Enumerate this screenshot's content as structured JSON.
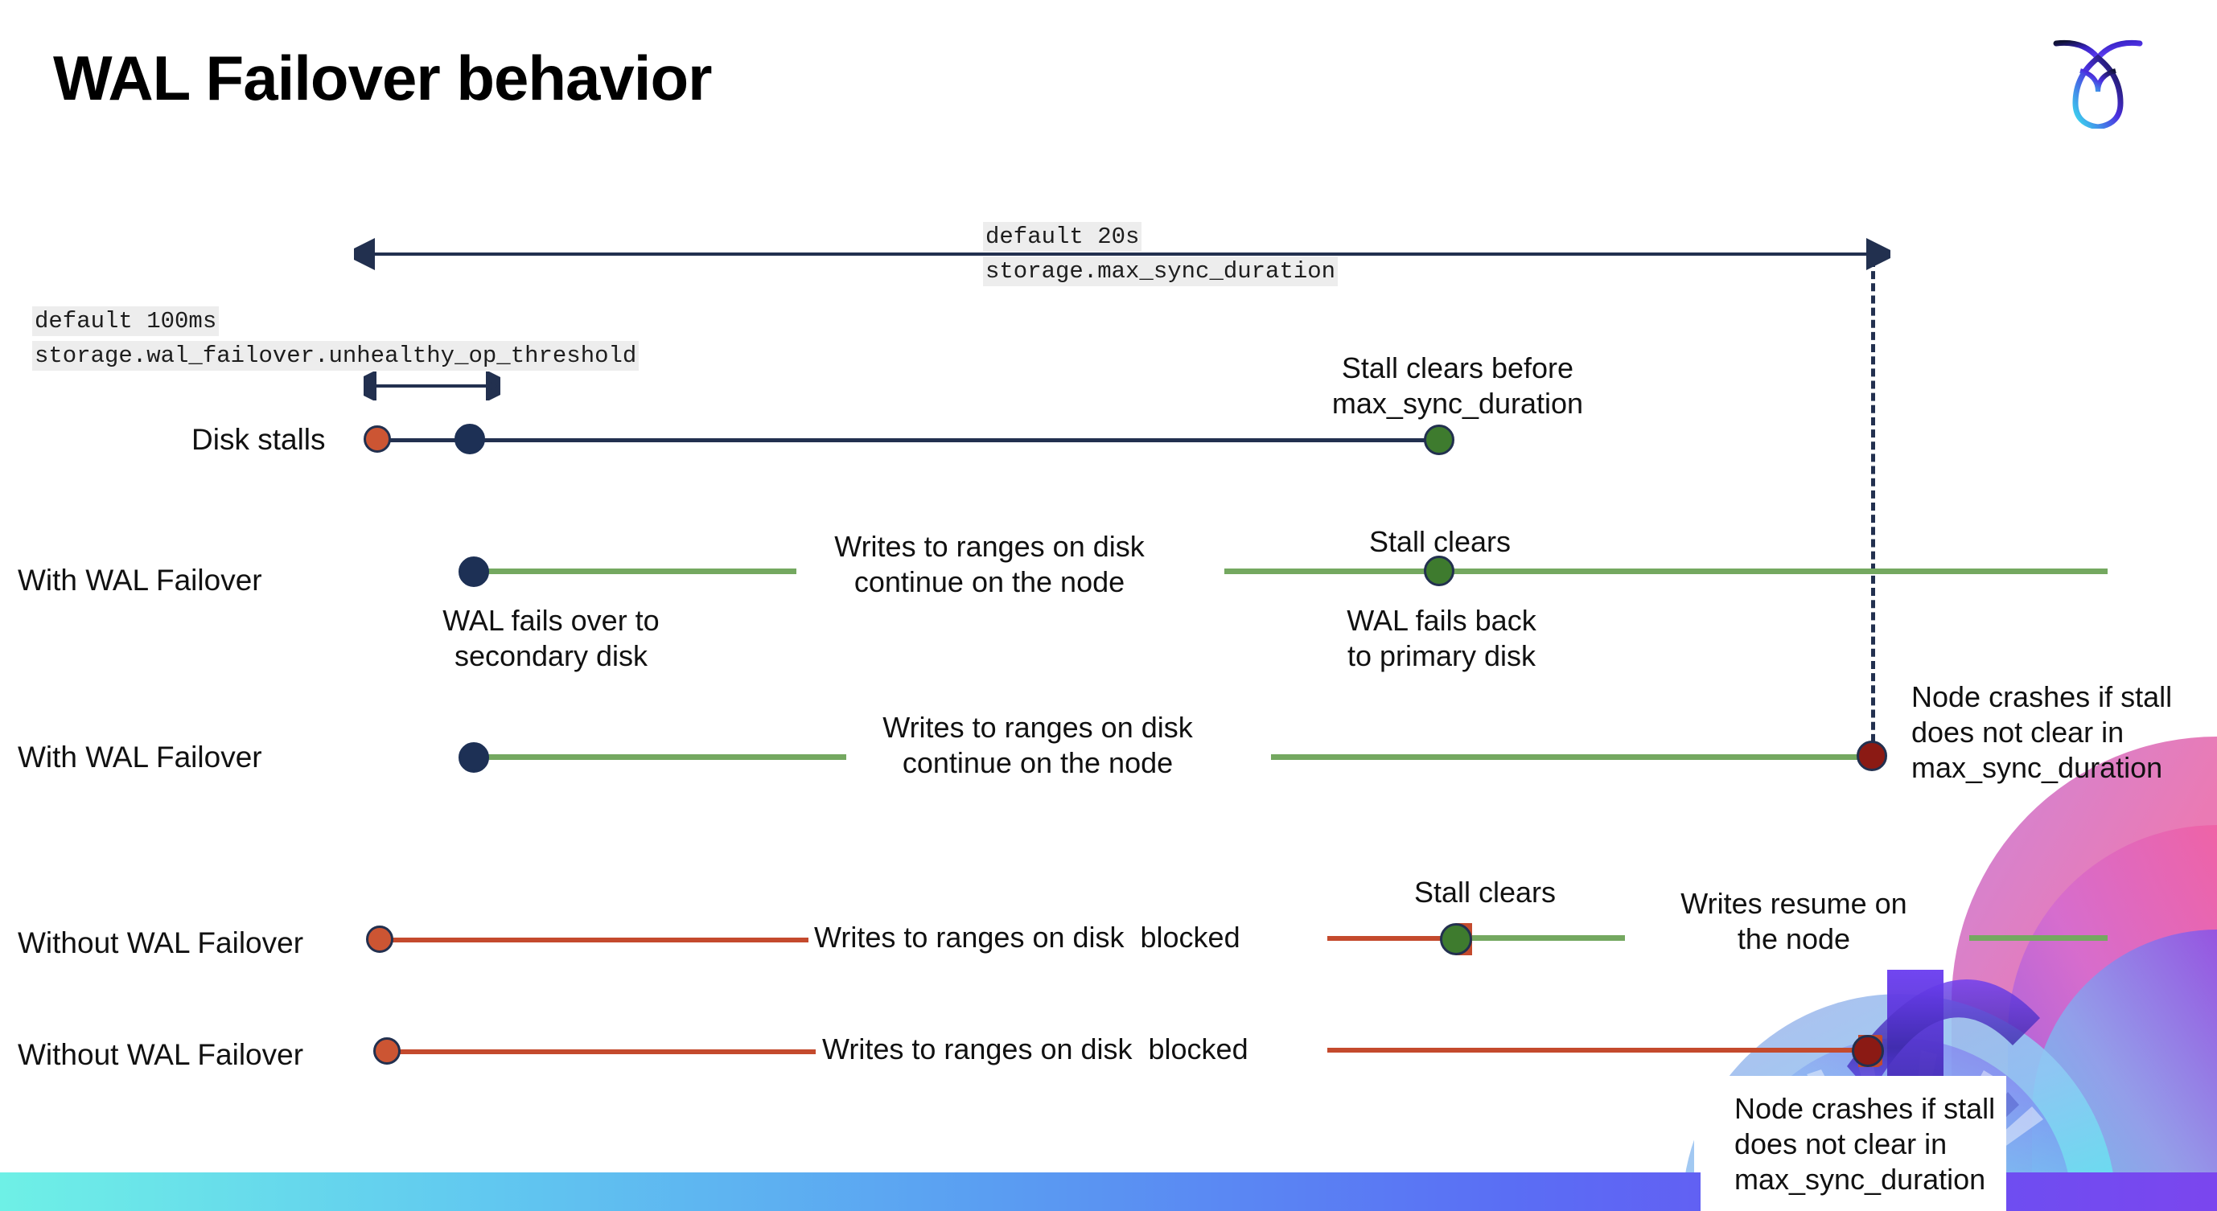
{
  "slide": {
    "title": "WAL Failover behavior",
    "logo_name": "cockroachdb-logo"
  },
  "annotations": {
    "max_sync_default": "default 20s",
    "max_sync_setting": "storage.max_sync_duration",
    "unhealthy_default": "default 100ms",
    "unhealthy_setting": "storage.wal_failover.unhealthy_op_threshold"
  },
  "rows": [
    {
      "id": "disk-stalls",
      "label": "Disk stalls",
      "note_top": "Stall clears before\nmax_sync_duration"
    },
    {
      "id": "with-wal-failover-clears",
      "label": "With WAL Failover",
      "note_mid": "Writes to ranges on disk\ncontinue on the node",
      "note_top": "Stall clears",
      "note_below_left": "WAL fails over to\nsecondary disk",
      "note_below_right": "WAL fails  back\nto primary disk"
    },
    {
      "id": "with-wal-failover-crash",
      "label": "With WAL Failover",
      "note_mid": "Writes to ranges on disk\ncontinue on the node",
      "note_right": "Node crashes if stall\ndoes not clear in\nmax_sync_duration"
    },
    {
      "id": "without-wal-failover-clears",
      "label": "Without WAL Failover",
      "note_mid": "Writes to ranges on disk  blocked",
      "note_top": "Stall clears",
      "note_right": "Writes resume on\nthe node"
    },
    {
      "id": "without-wal-failover-crash",
      "label": "Without WAL Failover",
      "note_mid": "Writes to ranges on disk  blocked",
      "note_right": "Node crashes if stall\ndoes not clear in\nmax_sync_duration"
    }
  ],
  "colors": {
    "navy": "#22304f",
    "green_line": "#74a860",
    "red_line": "#c44a2d",
    "dot_orange": "#cc5533",
    "dot_navy": "#1d3055",
    "dot_green": "#3e7b2e",
    "dot_darkred": "#8b1a14",
    "code_bg": "#ededed",
    "bottom_bar_from": "#6ef0e6",
    "bottom_bar_to": "#7b46ee"
  }
}
